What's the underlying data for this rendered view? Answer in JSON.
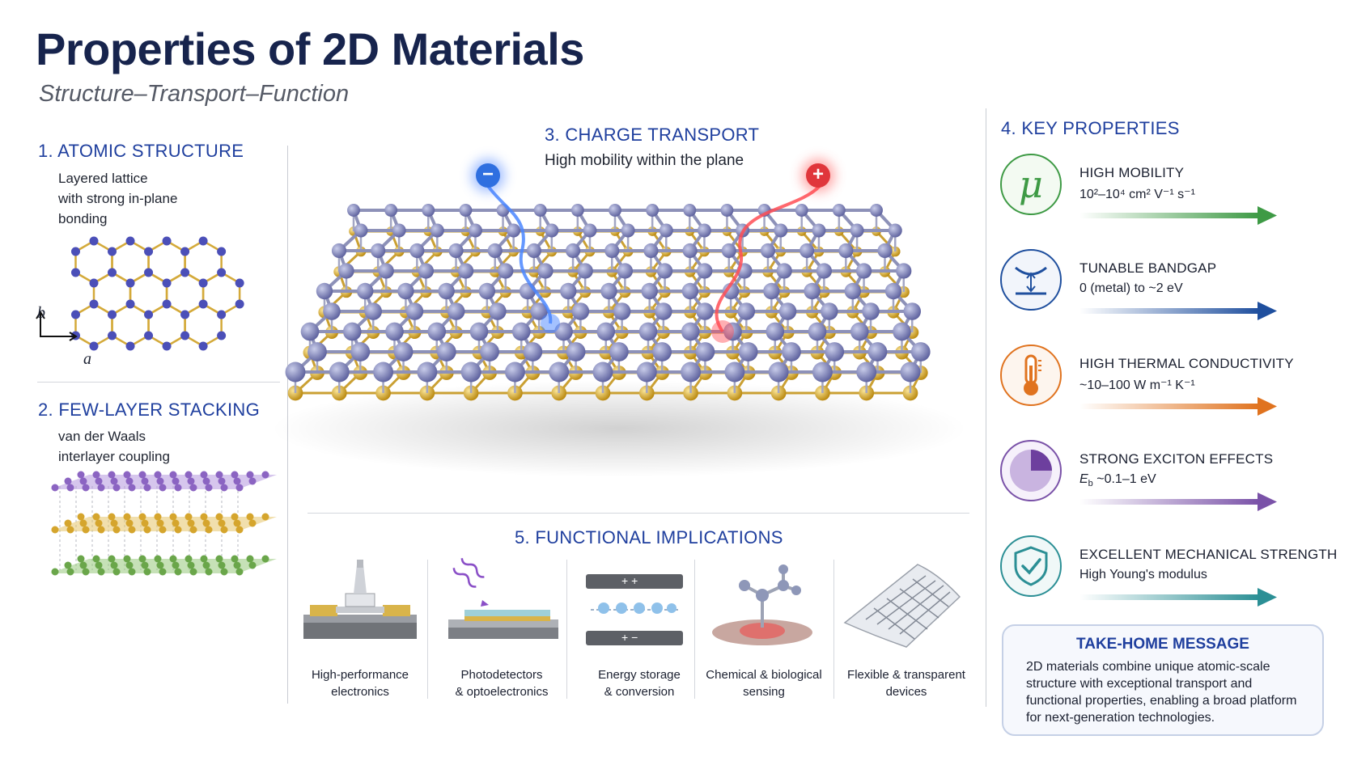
{
  "header": {
    "title": "Properties of 2D Materials",
    "subtitle": "Structure–Transport–Function"
  },
  "sections": {
    "atomic": {
      "heading": "1. ATOMIC STRUCTURE",
      "lines": [
        "Layered lattice",
        "with strong in-plane",
        "bonding"
      ],
      "axis_b": "b",
      "axis_a": "a"
    },
    "stacking": {
      "heading": "2. FEW-LAYER STACKING",
      "lines": [
        "van der Waals",
        "interlayer coupling"
      ]
    },
    "transport": {
      "heading": "3. CHARGE TRANSPORT",
      "text": "High mobility within the plane",
      "neg": "−",
      "pos": "+"
    },
    "properties": {
      "heading": "4. KEY PROPERTIES",
      "items": [
        {
          "name": "HIGH MOBILITY",
          "value": "10²–10⁴ cm² V⁻¹ s⁻¹",
          "color": "#3e9a45",
          "icon": "mu-icon",
          "glyph": "μ"
        },
        {
          "name": "TUNABLE BANDGAP",
          "value": "0 (metal) to ~2 eV",
          "color": "#1f4f9e",
          "icon": "bandgap-icon"
        },
        {
          "name": "HIGH THERMAL CONDUCTIVITY",
          "value": "~10–100 W m⁻¹ K⁻¹",
          "color": "#e0731f",
          "icon": "thermometer-icon"
        },
        {
          "name": "STRONG EXCITON EFFECTS",
          "value_sym": "E",
          "value_sub": "b",
          "value_rest": " ~0.1–1 eV",
          "color": "#7a52a8",
          "icon": "pie-icon"
        },
        {
          "name": "EXCELLENT MECHANICAL STRENGTH",
          "value": "High Young's modulus",
          "color": "#2b8f95",
          "icon": "shield-check-icon"
        }
      ]
    },
    "functional": {
      "heading": "5. FUNCTIONAL IMPLICATIONS",
      "items": [
        {
          "l1": "High-performance",
          "l2": "electronics",
          "icon": "transistor-icon"
        },
        {
          "l1": "Photodetectors",
          "l2": "& optoelectronics",
          "icon": "photodetector-icon"
        },
        {
          "l1": "Energy storage",
          "l2": "& conversion",
          "icon": "battery-icon"
        },
        {
          "l1": "Chemical & biological",
          "l2": "sensing",
          "icon": "molecule-sensor-icon"
        },
        {
          "l1": "Flexible & transparent",
          "l2": "devices",
          "icon": "flexible-sheet-icon"
        }
      ],
      "battery_plus": "+ +",
      "battery_minus": "+ −"
    },
    "takehome": {
      "heading": "TAKE-HOME MESSAGE",
      "text": "2D materials combine unique atomic-scale structure with exceptional transport and functional properties, enabling a broad platform for next-generation technologies."
    }
  }
}
